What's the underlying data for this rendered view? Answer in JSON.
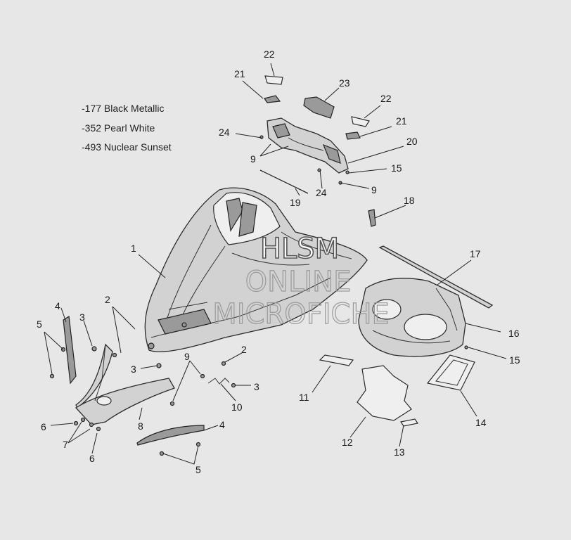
{
  "legend": {
    "lines": [
      "-177 Black Metallic",
      "-352 Pearl White",
      "-493 Nuclear Sunset"
    ]
  },
  "watermark": {
    "line1": "HLSM",
    "line2": "ONLINE",
    "line3": "MICROFICHE"
  },
  "callouts": {
    "c1": "1",
    "c2a": "2",
    "c2b": "2",
    "c3a": "3",
    "c3b": "3",
    "c3c": "3",
    "c4a": "4",
    "c4b": "4",
    "c5a": "5",
    "c5b": "5",
    "c6a": "6",
    "c6b": "6",
    "c7": "7",
    "c8": "8",
    "c9a": "9",
    "c9b": "9",
    "c9c": "9",
    "c10": "10",
    "c11": "11",
    "c12": "12",
    "c13": "13",
    "c14": "14",
    "c15a": "15",
    "c15b": "15",
    "c16": "16",
    "c17": "17",
    "c18": "18",
    "c19": "19",
    "c20": "20",
    "c21a": "21",
    "c21b": "21",
    "c22a": "22",
    "c22b": "22",
    "c23": "23",
    "c24a": "24",
    "c24b": "24"
  }
}
